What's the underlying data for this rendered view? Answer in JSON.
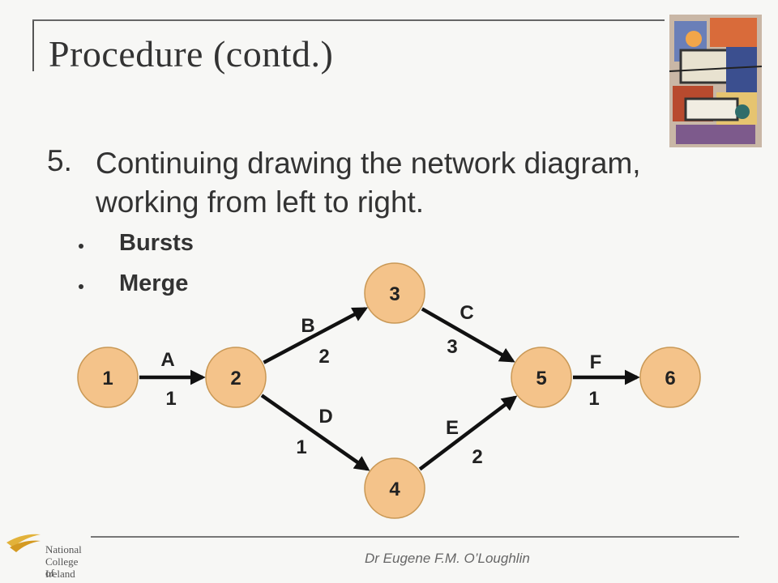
{
  "slide": {
    "title": "Procedure (contd.)",
    "step_number": "5.",
    "step_text": "Continuing drawing the network diagram, working from left to right.",
    "bullets": [
      "Bursts",
      "Merge"
    ],
    "footer_author": "Dr Eugene F.M. O’Loughlin",
    "logo_lines": [
      "National",
      "College of",
      "Ireland"
    ]
  },
  "diagram": {
    "nodes": [
      {
        "id": "1",
        "label": "1"
      },
      {
        "id": "2",
        "label": "2"
      },
      {
        "id": "3",
        "label": "3"
      },
      {
        "id": "4",
        "label": "4"
      },
      {
        "id": "5",
        "label": "5"
      },
      {
        "id": "6",
        "label": "6"
      }
    ],
    "edges": [
      {
        "from": "1",
        "to": "2",
        "activity": "A",
        "duration": "1"
      },
      {
        "from": "2",
        "to": "3",
        "activity": "B",
        "duration": "2"
      },
      {
        "from": "2",
        "to": "4",
        "activity": "D",
        "duration": "1"
      },
      {
        "from": "3",
        "to": "5",
        "activity": "C",
        "duration": "3"
      },
      {
        "from": "4",
        "to": "5",
        "activity": "E",
        "duration": "2"
      },
      {
        "from": "5",
        "to": "6",
        "activity": "F",
        "duration": "1"
      }
    ],
    "colors": {
      "node_fill": "#f4c38a",
      "node_stroke": "#c99855",
      "arrow": "#111111"
    }
  }
}
